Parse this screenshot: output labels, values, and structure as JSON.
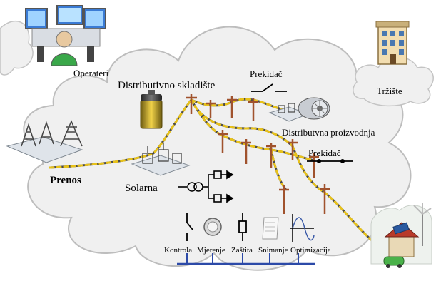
{
  "labels": {
    "operators": "Operateri",
    "market": "Tržište",
    "storage": "Distributivno skladište",
    "breaker_top": "Prekidač",
    "breaker_right": "Prekidač",
    "dist_generation": "Distributvna proizvodnja",
    "transmission": "Prenos",
    "solar": "Solarna"
  },
  "legend_functions": [
    "Kontrola",
    "Mjerenje",
    "Zaštita",
    "Snimanje",
    "Optimizacija"
  ],
  "colors": {
    "cloud_fill": "#efefef",
    "cloud_stroke": "#b8b8b8",
    "line_dash_yellow": "#e8c21a",
    "line_dash_dark": "#4a4a4a",
    "bus_blue": "#2c4aa8"
  }
}
